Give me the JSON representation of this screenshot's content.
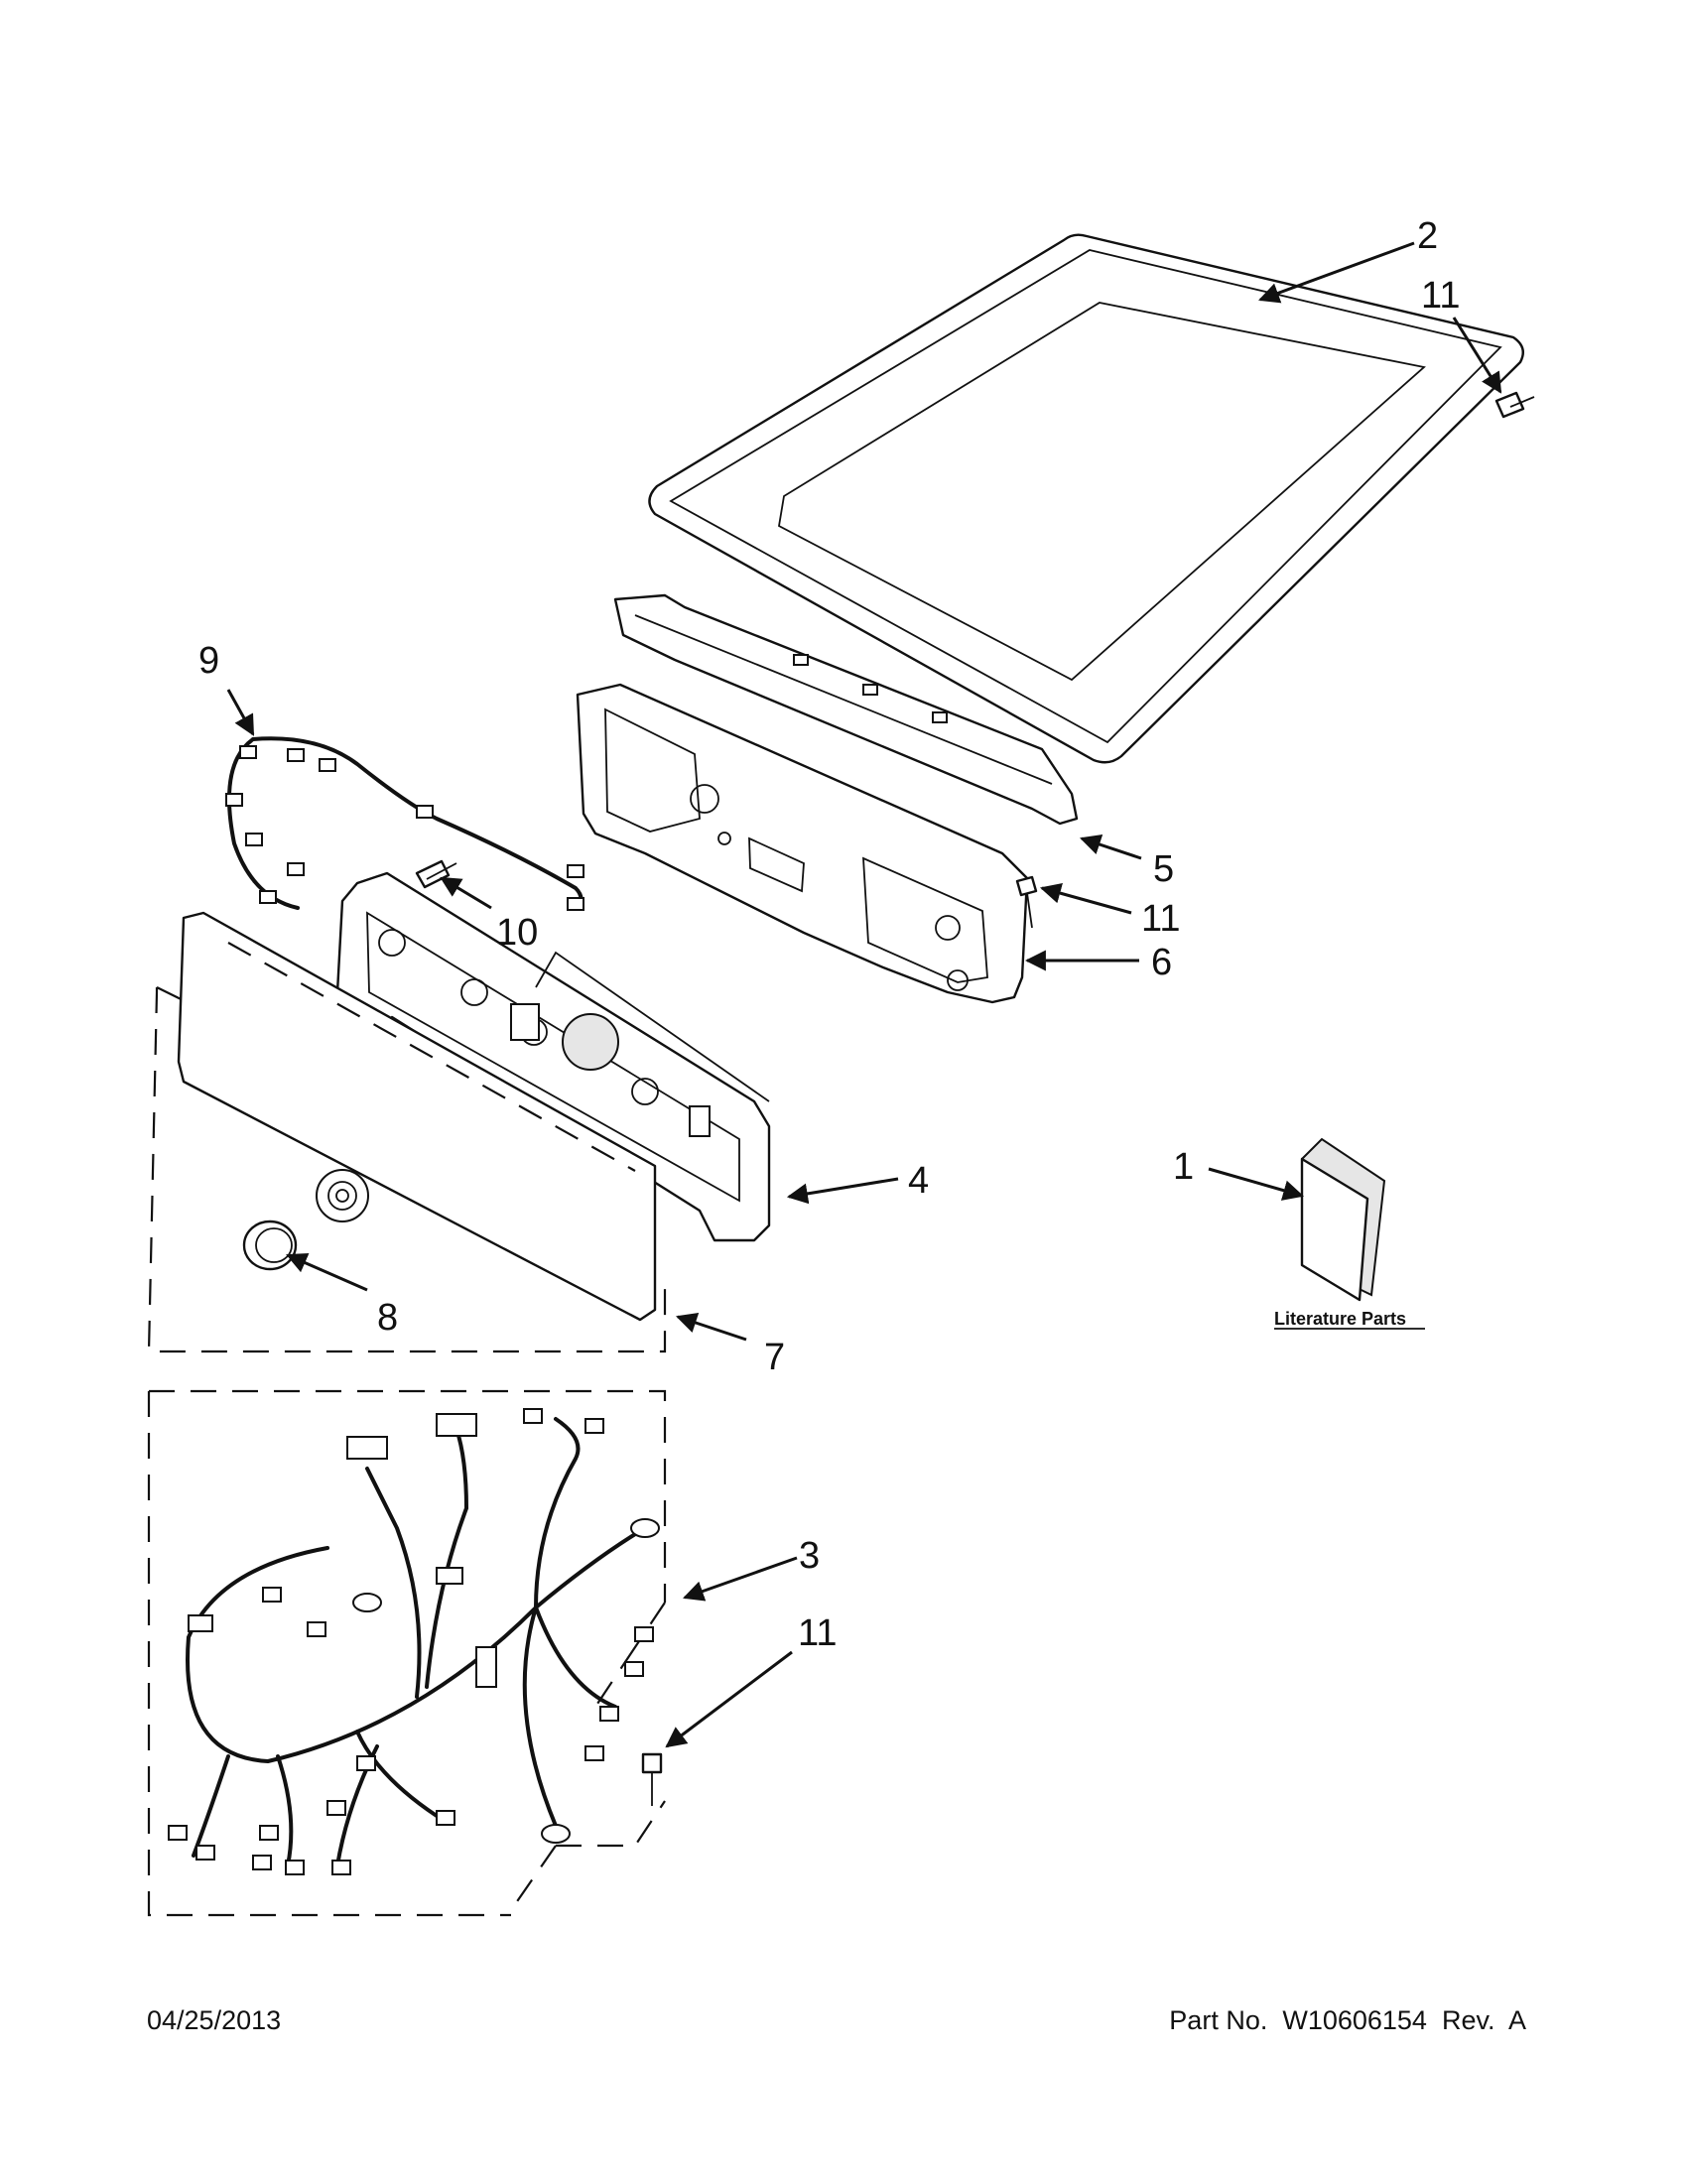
{
  "callouts": [
    "2",
    "11",
    "9",
    "5",
    "11",
    "10",
    "6",
    "4",
    "1",
    "8",
    "7",
    "3",
    "11"
  ],
  "literature_label": "Literature Parts",
  "footer": {
    "date": "04/25/2013",
    "part_number": "Part No.  W10606154  Rev.  A"
  },
  "colors": {
    "line": "#111111",
    "background": "#ffffff"
  }
}
